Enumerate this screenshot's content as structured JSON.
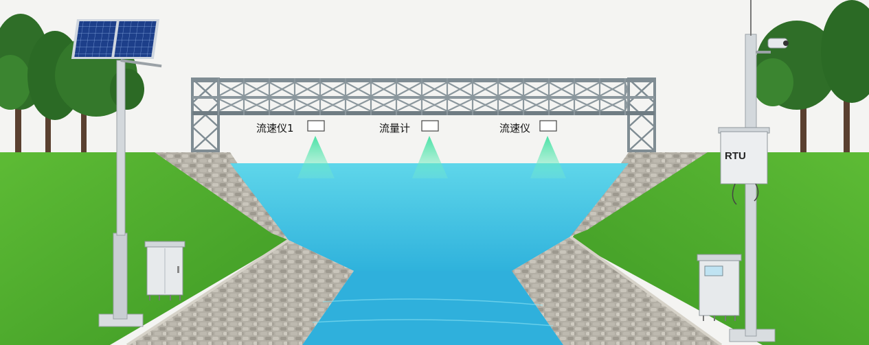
{
  "sensors": [
    {
      "label": "流速仪1"
    },
    {
      "label": "流量计"
    },
    {
      "label": "流速仪"
    }
  ],
  "rtu_label": "RTU",
  "colors": {
    "sky": "#f4f4f2",
    "grass": "#4fae2e",
    "grass_dark": "#3a8f22",
    "water": "#4ccfe6",
    "water_deep": "#2aa9d6",
    "stone": "#a9a59c",
    "truss": "#7f8c93",
    "beam": "#5fe0a8",
    "pole": "#c9ced3"
  },
  "icons": [
    "solar-panel-icon",
    "camera-icon",
    "tree-icon"
  ]
}
